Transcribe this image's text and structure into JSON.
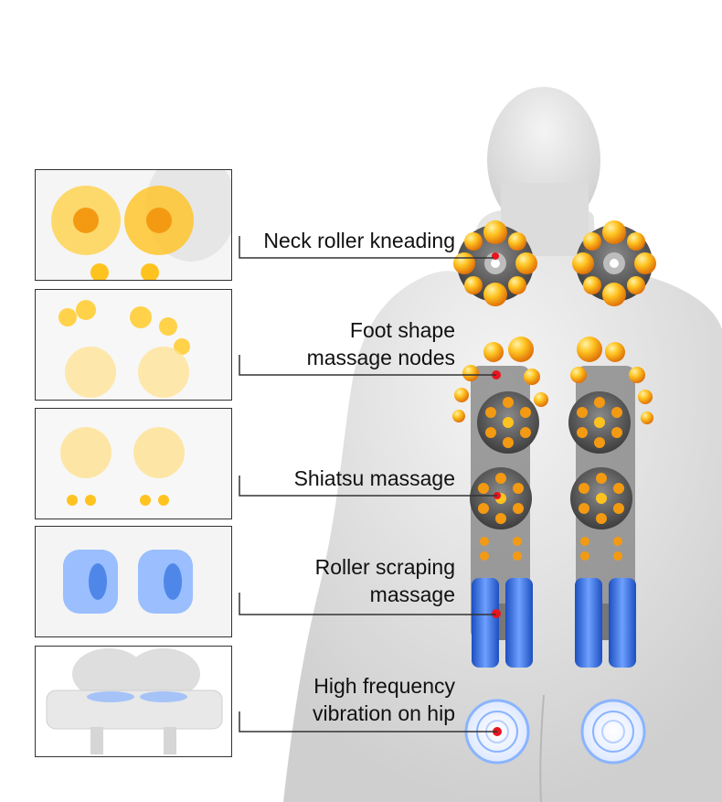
{
  "labels": [
    {
      "id": "neck",
      "line1": "Neck roller kneading",
      "line2": ""
    },
    {
      "id": "foot",
      "line1": "Foot shape",
      "line2": "massage nodes"
    },
    {
      "id": "shiatsu",
      "line1": "Shiatsu massage",
      "line2": ""
    },
    {
      "id": "scraping",
      "line1": "Roller scraping",
      "line2": "massage"
    },
    {
      "id": "hip",
      "line1": "High frequency",
      "line2": "vibration on hip"
    }
  ],
  "colors": {
    "orange": "#f39a12",
    "orange_light": "#ffd24a",
    "red_dot": "#e8141e",
    "blue": "#2f6fe0",
    "blue_light": "#8ab4ff",
    "body": "#e6e6e6",
    "callout_line": "#333333"
  },
  "icons": [
    "neck-roller-icon",
    "foot-node-icon",
    "shiatsu-node-icon",
    "scraping-roller-icon",
    "hip-vibration-icon"
  ]
}
